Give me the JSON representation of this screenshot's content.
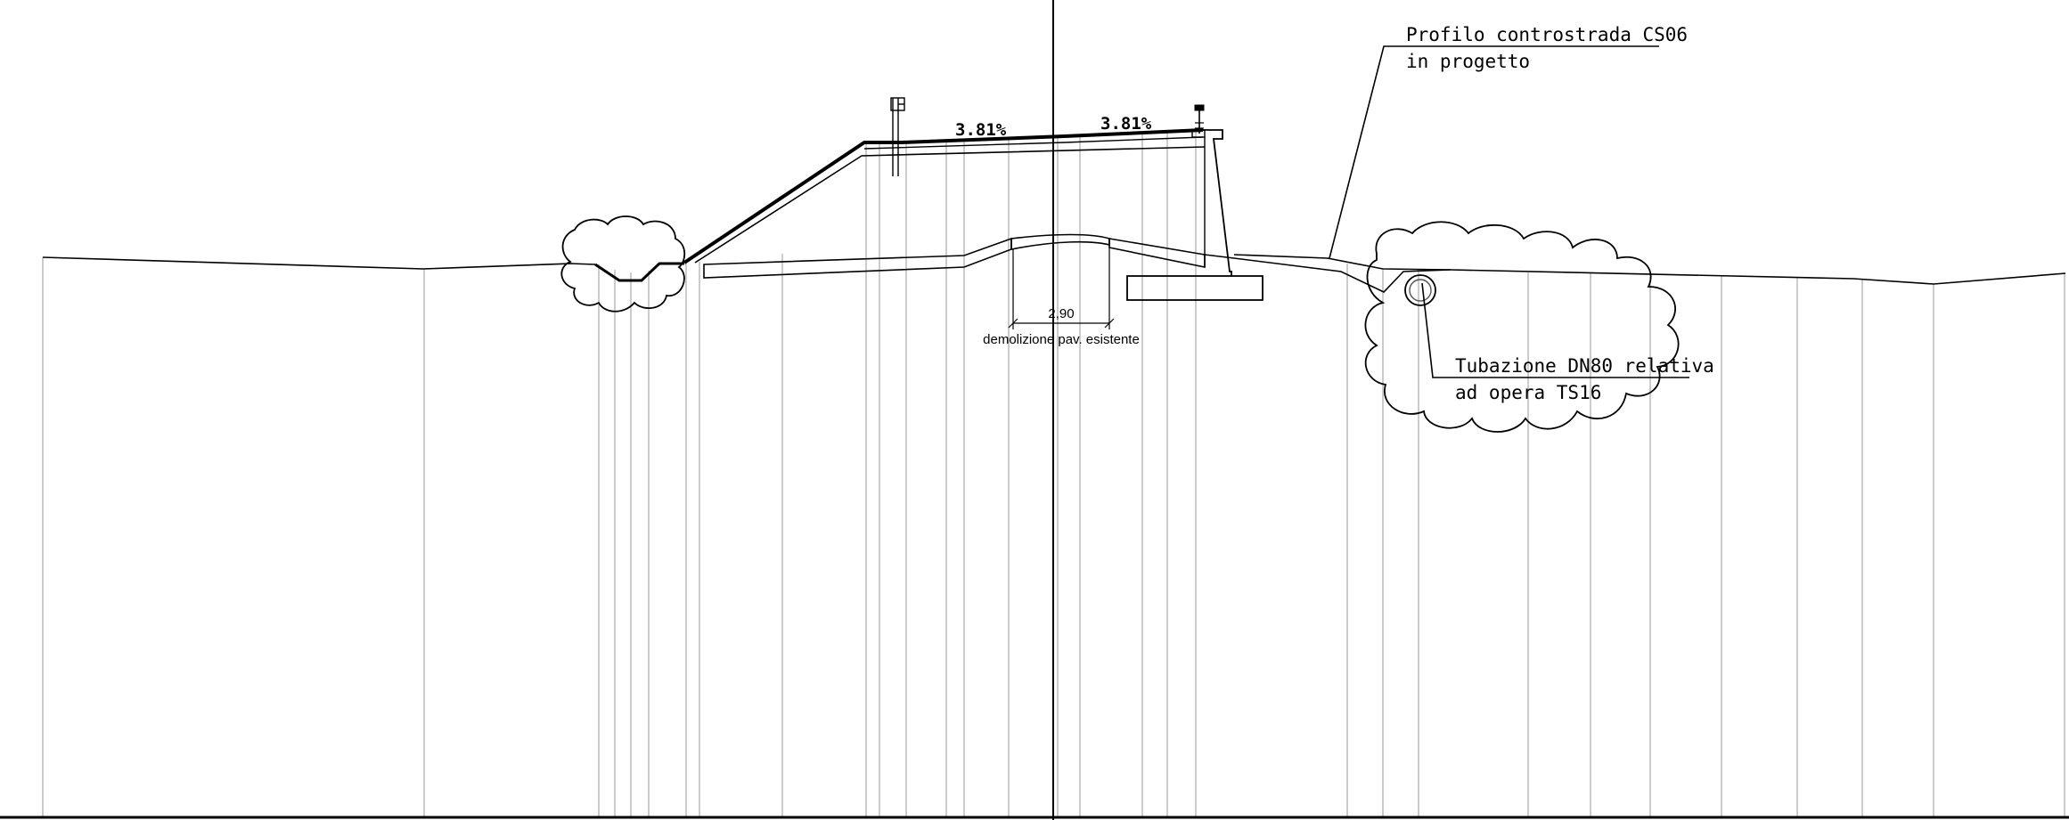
{
  "drawing": {
    "slope_left_label": "3.81%",
    "slope_right_label": "3.81%",
    "dimension_value": "2,90",
    "dimension_caption": "demolizione pav. esistente",
    "callout_profile": {
      "line1": "Profilo controstrada CS06",
      "line2": "in progetto"
    },
    "callout_pipe": {
      "line1": "Tubazione DN80 relativa",
      "line2": "ad opera TS16"
    }
  }
}
